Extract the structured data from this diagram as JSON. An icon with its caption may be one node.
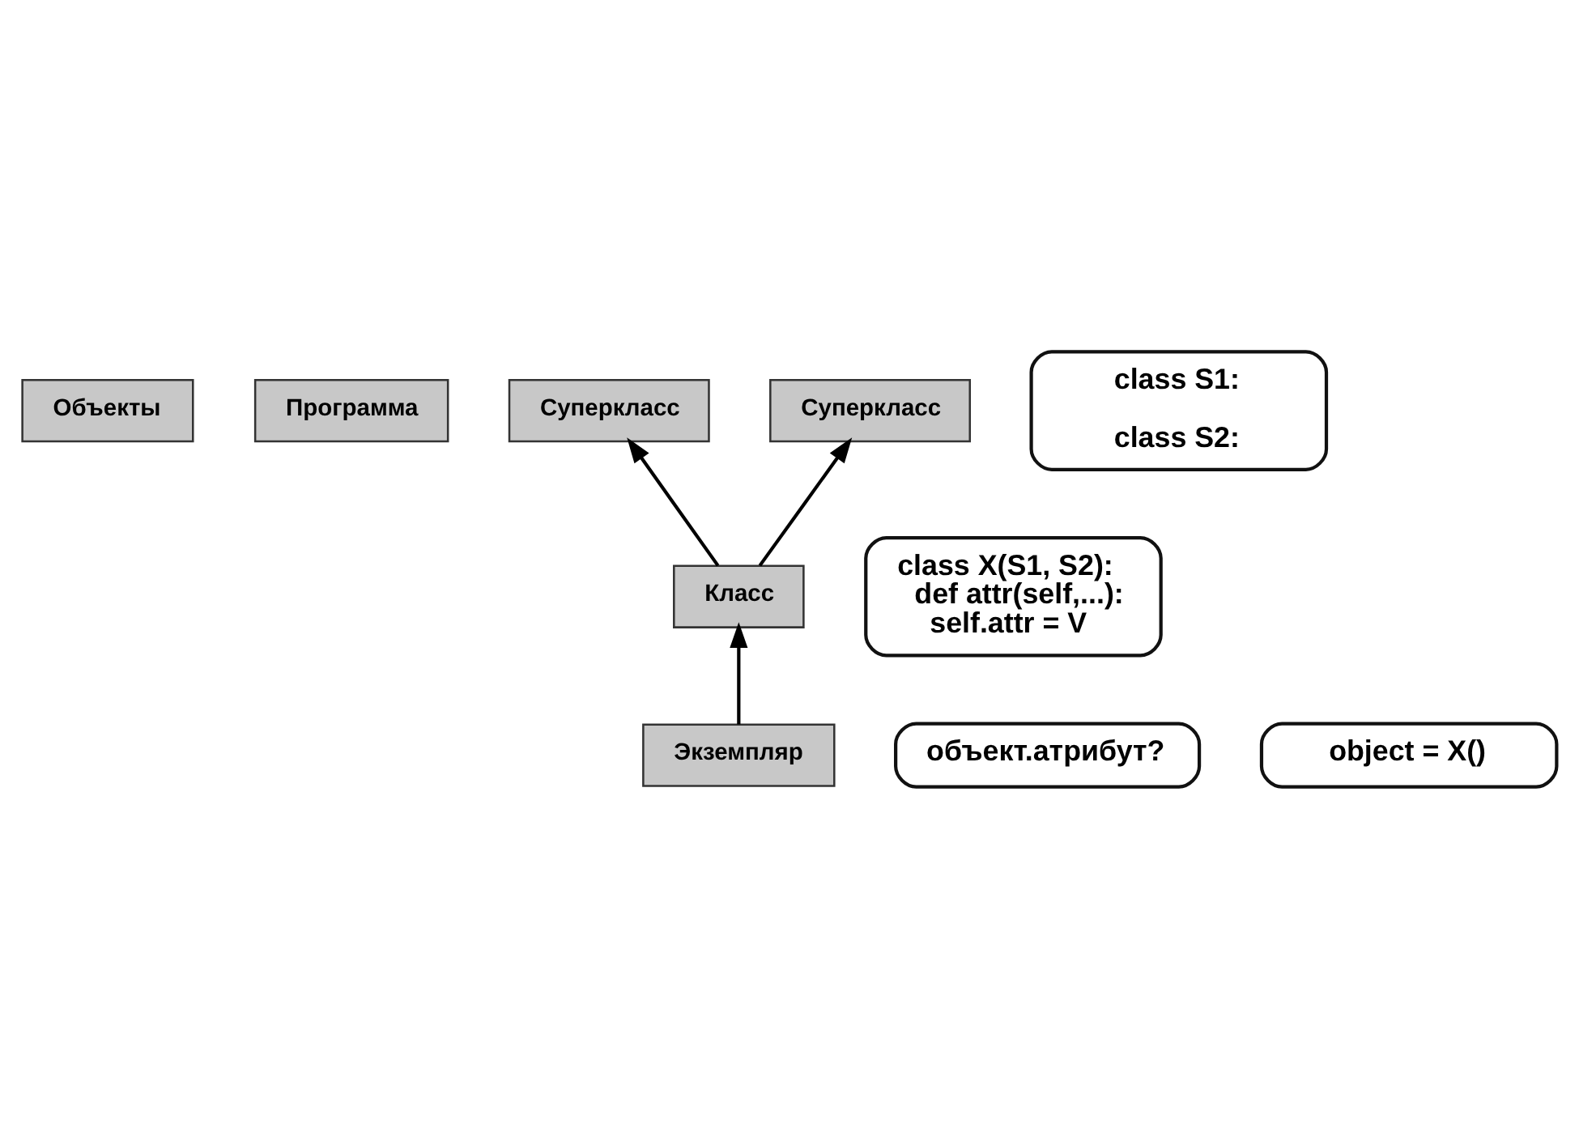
{
  "diagram": {
    "nodes": [
      {
        "text": [
          "Объекты"
        ]
      },
      {
        "text": [
          "Программа"
        ]
      },
      {
        "text": [
          "Суперкласс"
        ]
      },
      {
        "text": [
          "Суперкласс"
        ]
      },
      {
        "text": [
          "Класс"
        ]
      },
      {
        "text": [
          "Экземпляр"
        ]
      },
      {
        "text": [
          "объект.атрибут?"
        ]
      },
      {
        "text": [
          "class S1:",
          "class S2:"
        ]
      },
      {
        "text": [
          "class X(S1, S2):",
          "def attr(self,...):",
          "self.attr = V"
        ]
      },
      {
        "text": [
          "object = X()"
        ]
      }
    ],
    "edges": [
      {
        "from": 4,
        "to": 2,
        "arrow": "to"
      },
      {
        "from": 4,
        "to": 3,
        "arrow": "to"
      },
      {
        "from": 5,
        "to": 4,
        "arrow": "to"
      }
    ]
  }
}
